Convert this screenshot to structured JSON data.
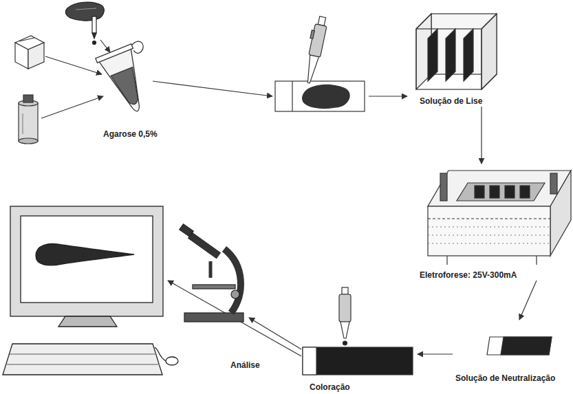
{
  "diagram": {
    "nodes": [
      {
        "text": [
          "Agarose 0,5%"
        ]
      },
      {
        "text": [
          "Solução de Lise"
        ]
      },
      {
        "text": [
          "Eletroforese: 25V-300mA"
        ]
      },
      {
        "text": [
          "Solução de Neutralização"
        ]
      },
      {
        "text": [
          "Coloração"
        ]
      }
    ],
    "edges": [
      {
        "from": 1,
        "to": 2,
        "arrow": "to"
      },
      {
        "from": 2,
        "to": 3,
        "arrow": "to"
      },
      {
        "from": 3,
        "to": 4,
        "arrow": "to"
      }
    ],
    "labels": [
      "Análise"
    ]
  }
}
